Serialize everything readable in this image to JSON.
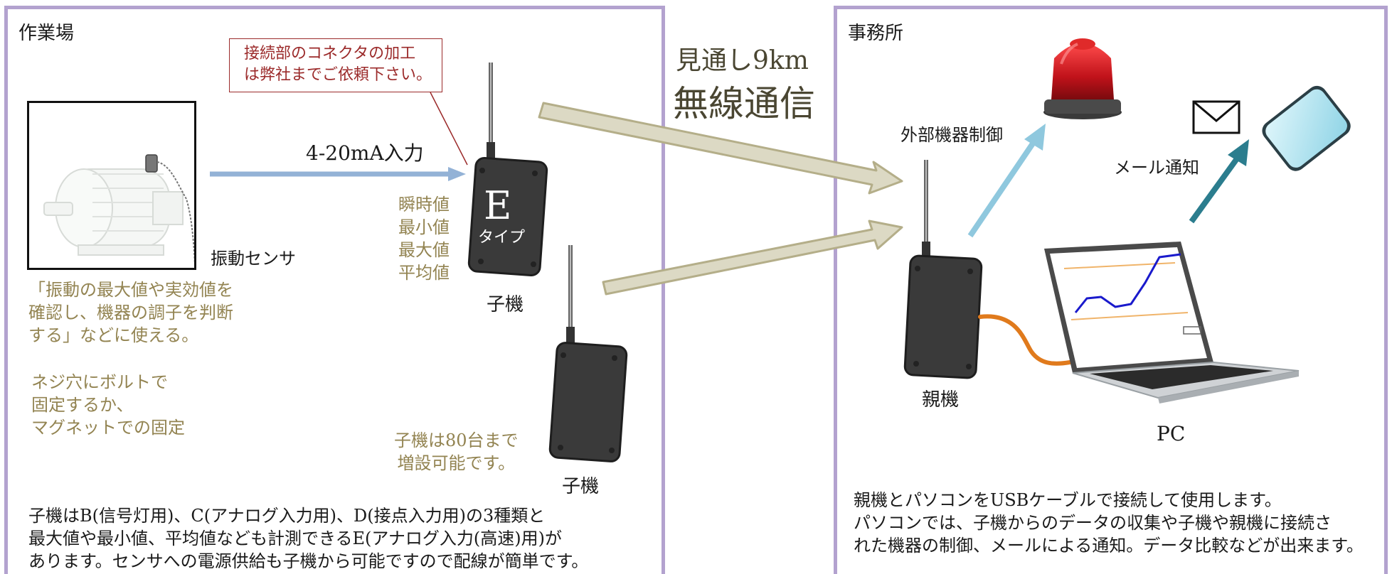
{
  "workshop": {
    "title": "作業場",
    "notice": [
      "接続部のコネクタの加工",
      "は弊社までご依頼下さい。"
    ],
    "input_label": "4-20mA入力",
    "sensor_label": "振動センサ",
    "use_note": [
      "「振動の最大値や実効値を",
      "確認し、機器の調子を判断",
      "する」などに使える。"
    ],
    "mount_note": [
      "ネジ穴にボルトで",
      "固定するか、",
      "マグネットでの固定"
    ],
    "measured_values": [
      "瞬時値",
      "最小値",
      "最大値",
      "平均値"
    ],
    "device_badge_letter": "E",
    "device_badge_type": "タイプ",
    "child_label_1": "子機",
    "child_label_2": "子機",
    "expand_note": [
      "子機は80台まで",
      "増設可能です。"
    ],
    "description": [
      "子機はB(信号灯用)、C(アナログ入力用)、D(接点入力用)の3種類と",
      "最大値や最小値、平均値なども計測できるE(アナログ入力(高速)用)が",
      "あります。センサへの電源供給も子機から可能ですので配線が簡単です。"
    ]
  },
  "wireless": {
    "range": "見通し9km",
    "label": "無線通信"
  },
  "office": {
    "title": "事務所",
    "external_control": "外部機器制御",
    "mail_notify": "メール通知",
    "parent_label": "親機",
    "pc_label": "PC",
    "description": [
      "親機とパソコンをUSBケーブルで接続して使用します。",
      "パソコンでは、子機からのデータの収集や子機や親機に接続さ",
      "れた機器の制御、メールによる通知。データ比較などが出来ます。"
    ]
  },
  "colors": {
    "panel_border": "#b3a2cf",
    "olive_text": "#938452",
    "notice_red": "#9b2a2a",
    "input_arrow": "#93b2d6",
    "wireless_arrow_fill": "#dcd9c4",
    "wireless_arrow_stroke": "#b4ae89",
    "control_arrow": "#8fc8de",
    "mail_arrow": "#2b7d8e",
    "usb_cable": "#e07a1c",
    "device_body": "#3a3a3a",
    "chart_line": "#1a1acc",
    "chart_threshold": "#f0b46a"
  }
}
